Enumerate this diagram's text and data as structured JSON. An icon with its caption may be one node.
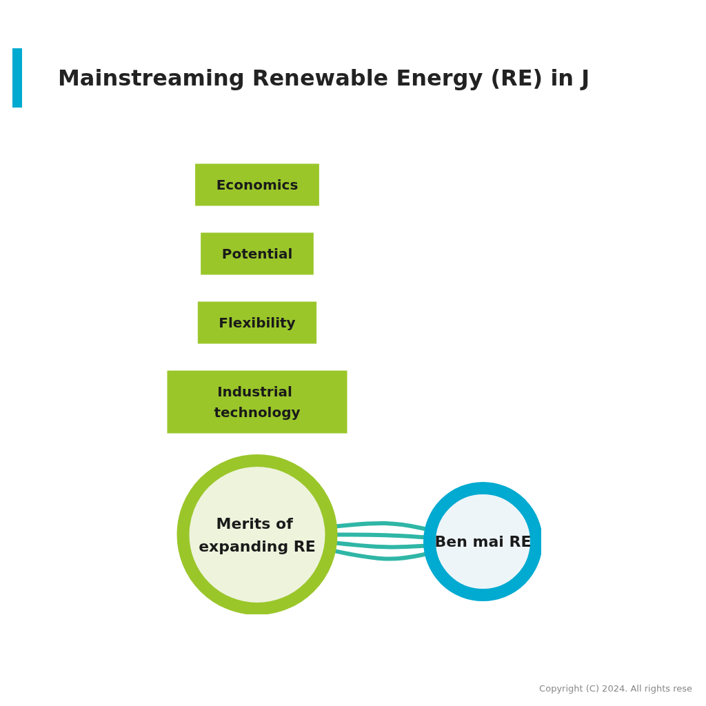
{
  "diagram": {
    "title": "Mainstreaming Renewable Energy (RE) in J",
    "nodes": [
      {
        "text": [
          "Economics"
        ]
      },
      {
        "text": [
          "Potential"
        ]
      },
      {
        "text": [
          "Flexibility"
        ]
      },
      {
        "text": [
          "Industrial technology"
        ]
      },
      {
        "text": [
          "Merits of expanding RE"
        ]
      },
      {
        "text": [
          "Ben mai RE"
        ]
      }
    ],
    "edges": [
      {
        "from": 4,
        "to": 5,
        "arrow": "to"
      },
      {
        "from": 4,
        "to": 5,
        "arrow": "to"
      },
      {
        "from": 4,
        "to": 5,
        "arrow": "to"
      },
      {
        "from": 4,
        "to": 5,
        "arrow": "to"
      }
    ],
    "labels": [
      "Copyright (C) 2024. All rights rese"
    ]
  }
}
